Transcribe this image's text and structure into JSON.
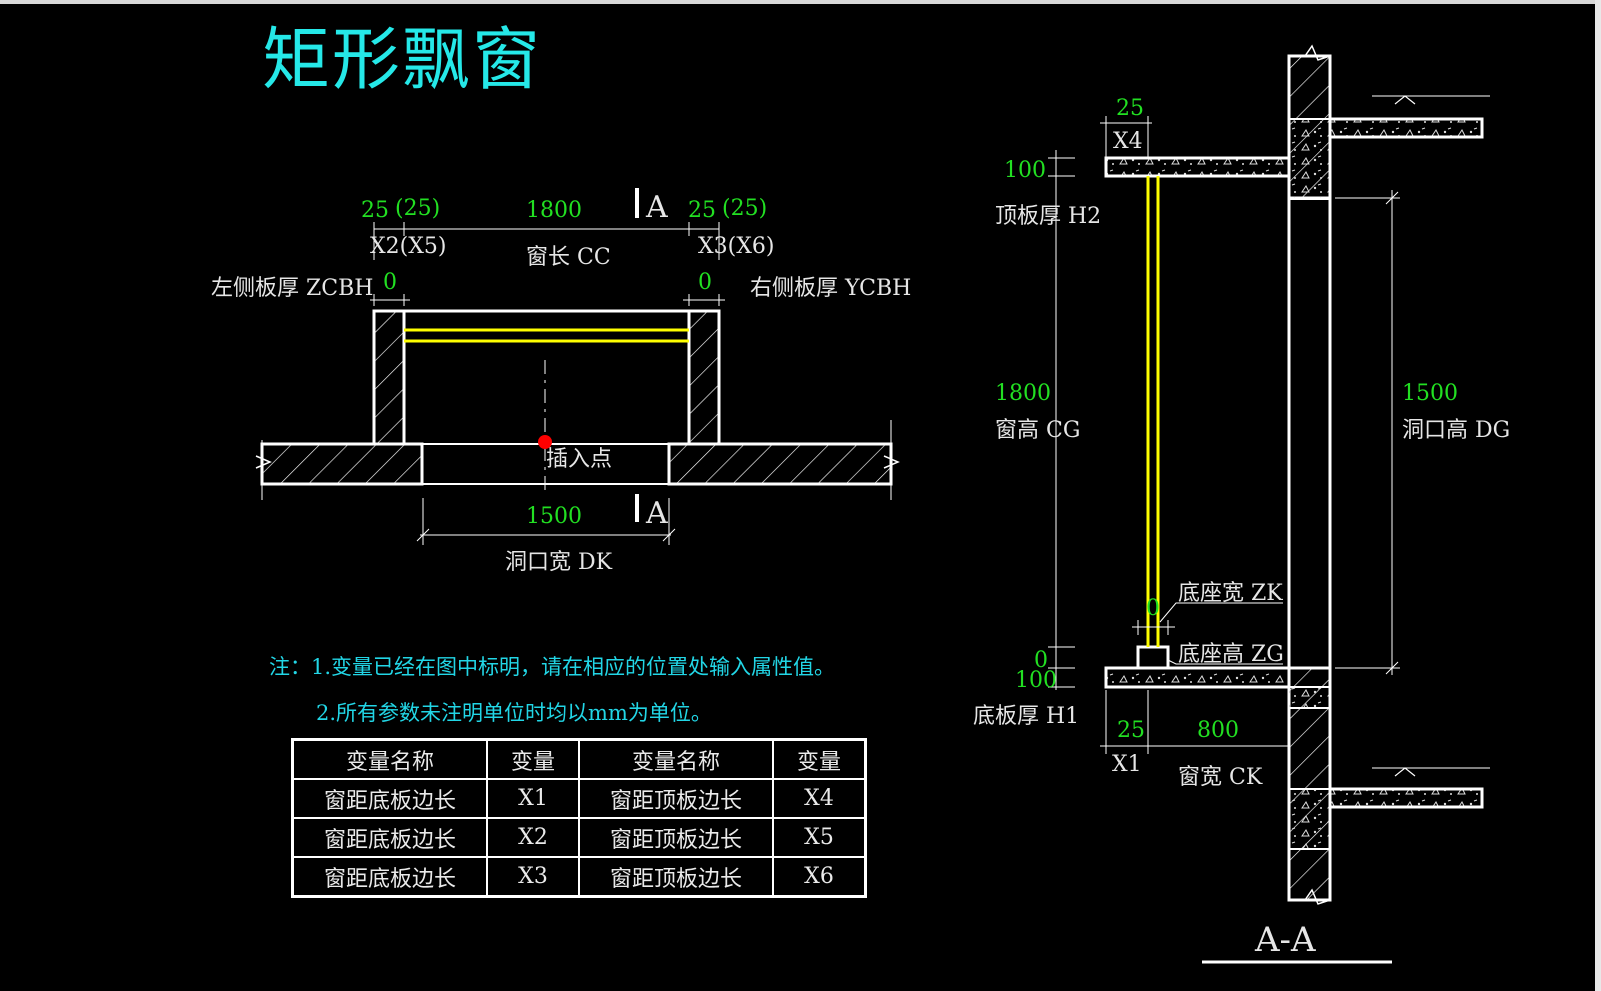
{
  "title": "矩形飘窗",
  "plan": {
    "dim_x2": "25",
    "dim_x5": "(25)",
    "dim_cc": "1800",
    "dim_x3": "25",
    "dim_x6": "(25)",
    "label_x2": "X2(X5)",
    "label_cc": "窗长 CC",
    "label_x3": "X3(X6)",
    "label_zcbh": "左侧板厚 ZCBH",
    "label_ycbh": "右侧板厚 YCBH",
    "dim_zcbh": "0",
    "dim_ycbh": "0",
    "section_mark": "A",
    "insert_point": "插入点",
    "dim_dk": "1500",
    "label_dk": "洞口宽 DK"
  },
  "section": {
    "dim_x4": "25",
    "label_x4": "X4",
    "dim_h2": "100",
    "label_h2": "顶板厚 H2",
    "dim_cg": "1800",
    "label_cg": "窗高 CG",
    "dim_dg": "1500",
    "label_dg": "洞口高 DG",
    "label_zk": "底座宽 ZK",
    "dim_zk": "0",
    "label_zg": "底座高 ZG",
    "dim_zg": "0",
    "dim_h1": "100",
    "label_h1": "底板厚 H1",
    "dim_x1": "25",
    "label_x1": "X1",
    "dim_ck": "800",
    "label_ck": "窗宽 CK",
    "title": "A-A"
  },
  "notes": {
    "line1": "注：1.变量已经在图中标明，请在相应的位置处输入属性值。",
    "line2": "2.所有参数未注明单位时均以mm为单位。"
  },
  "table": {
    "headers": [
      "变量名称",
      "变量",
      "变量名称",
      "变量"
    ],
    "rows": [
      [
        "窗距底板边长",
        "X1",
        "窗距顶板边长",
        "X4"
      ],
      [
        "窗距底板边长",
        "X2",
        "窗距顶板边长",
        "X5"
      ],
      [
        "窗距底板边长",
        "X3",
        "窗距顶板边长",
        "X6"
      ]
    ]
  },
  "colors": {
    "background": "#000000",
    "title": "#25e8e8",
    "dimension_value": "#22e022",
    "line": "#ffffff",
    "window_glass": "#ffff00",
    "insert_point": "#ff0000"
  }
}
